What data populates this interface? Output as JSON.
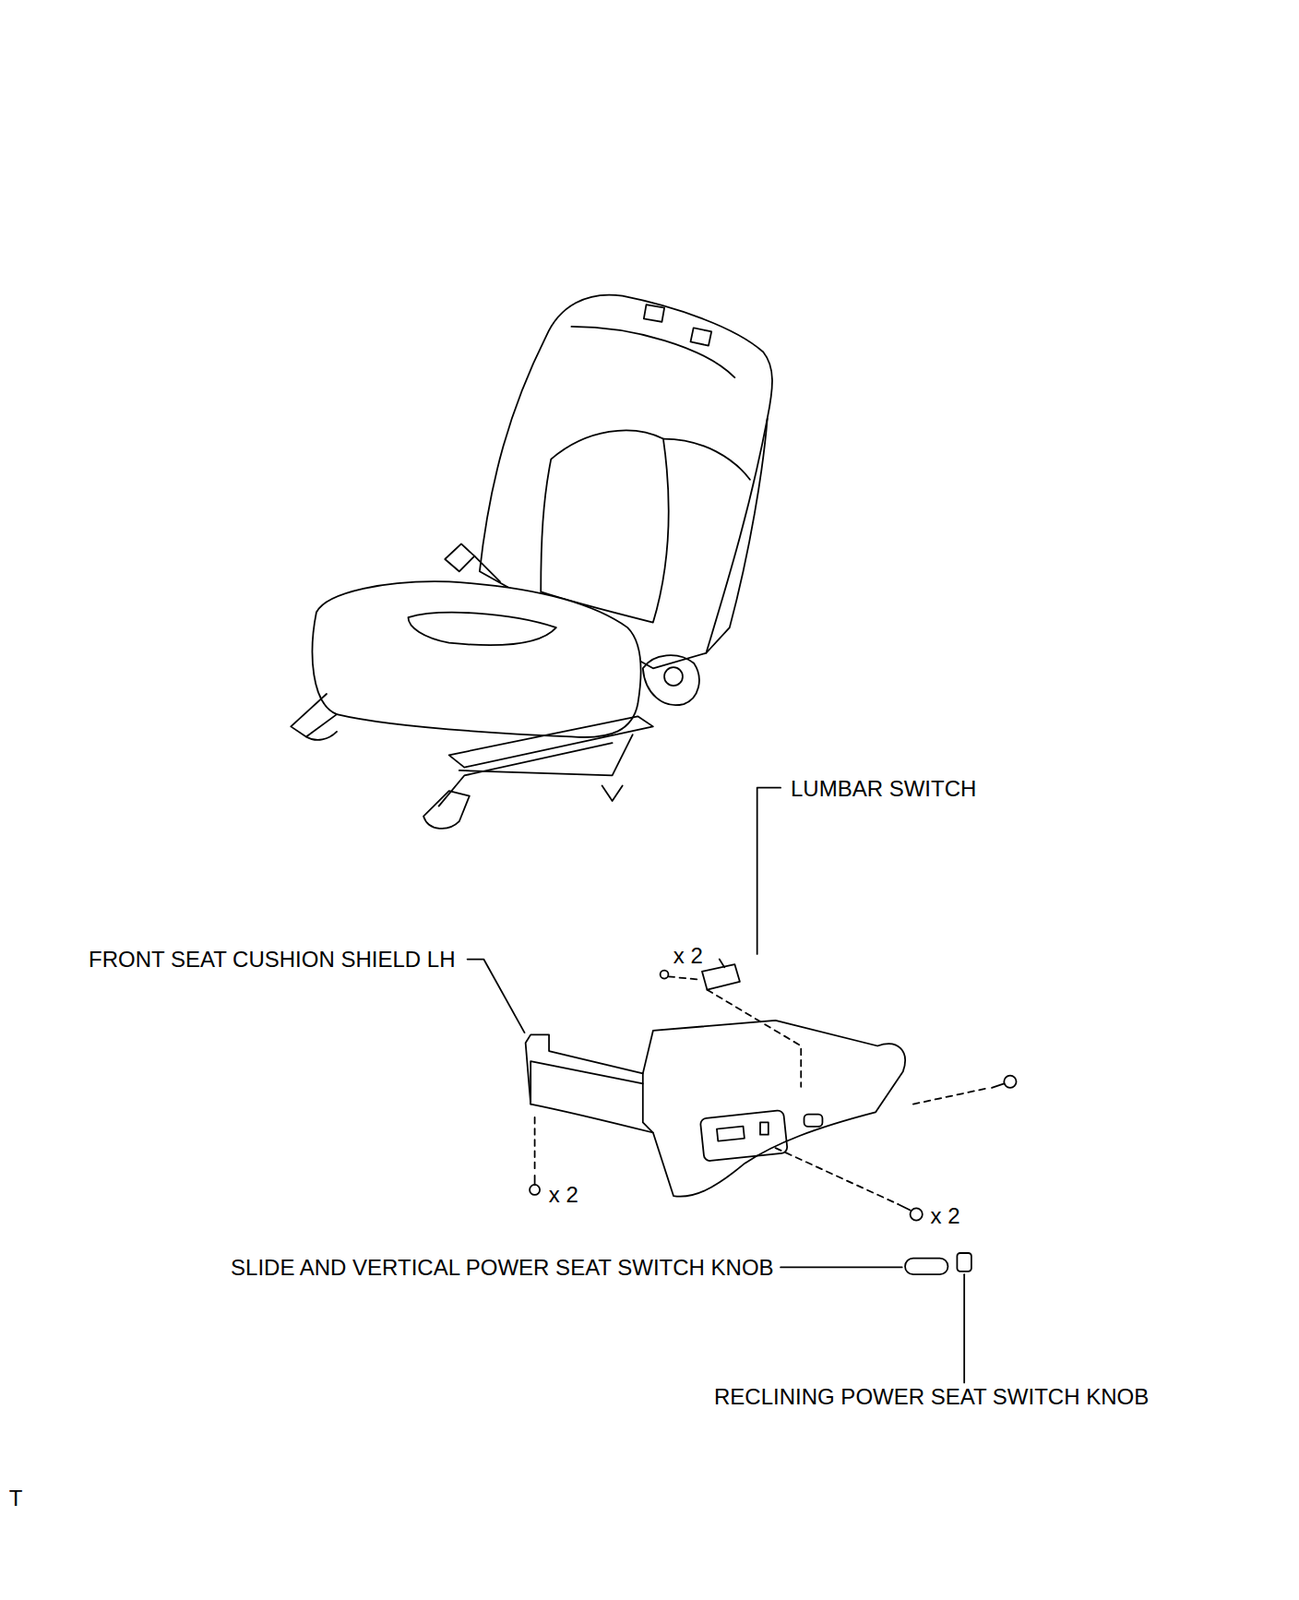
{
  "diagram": {
    "labels": [
      "LUMBAR SWITCH",
      "FRONT SEAT CUSHION SHIELD LH",
      "x 2",
      "x 2",
      "x 2",
      "SLIDE AND VERTICAL POWER SEAT SWITCH KNOB",
      "RECLINING POWER SEAT SWITCH KNOB",
      "T"
    ]
  }
}
